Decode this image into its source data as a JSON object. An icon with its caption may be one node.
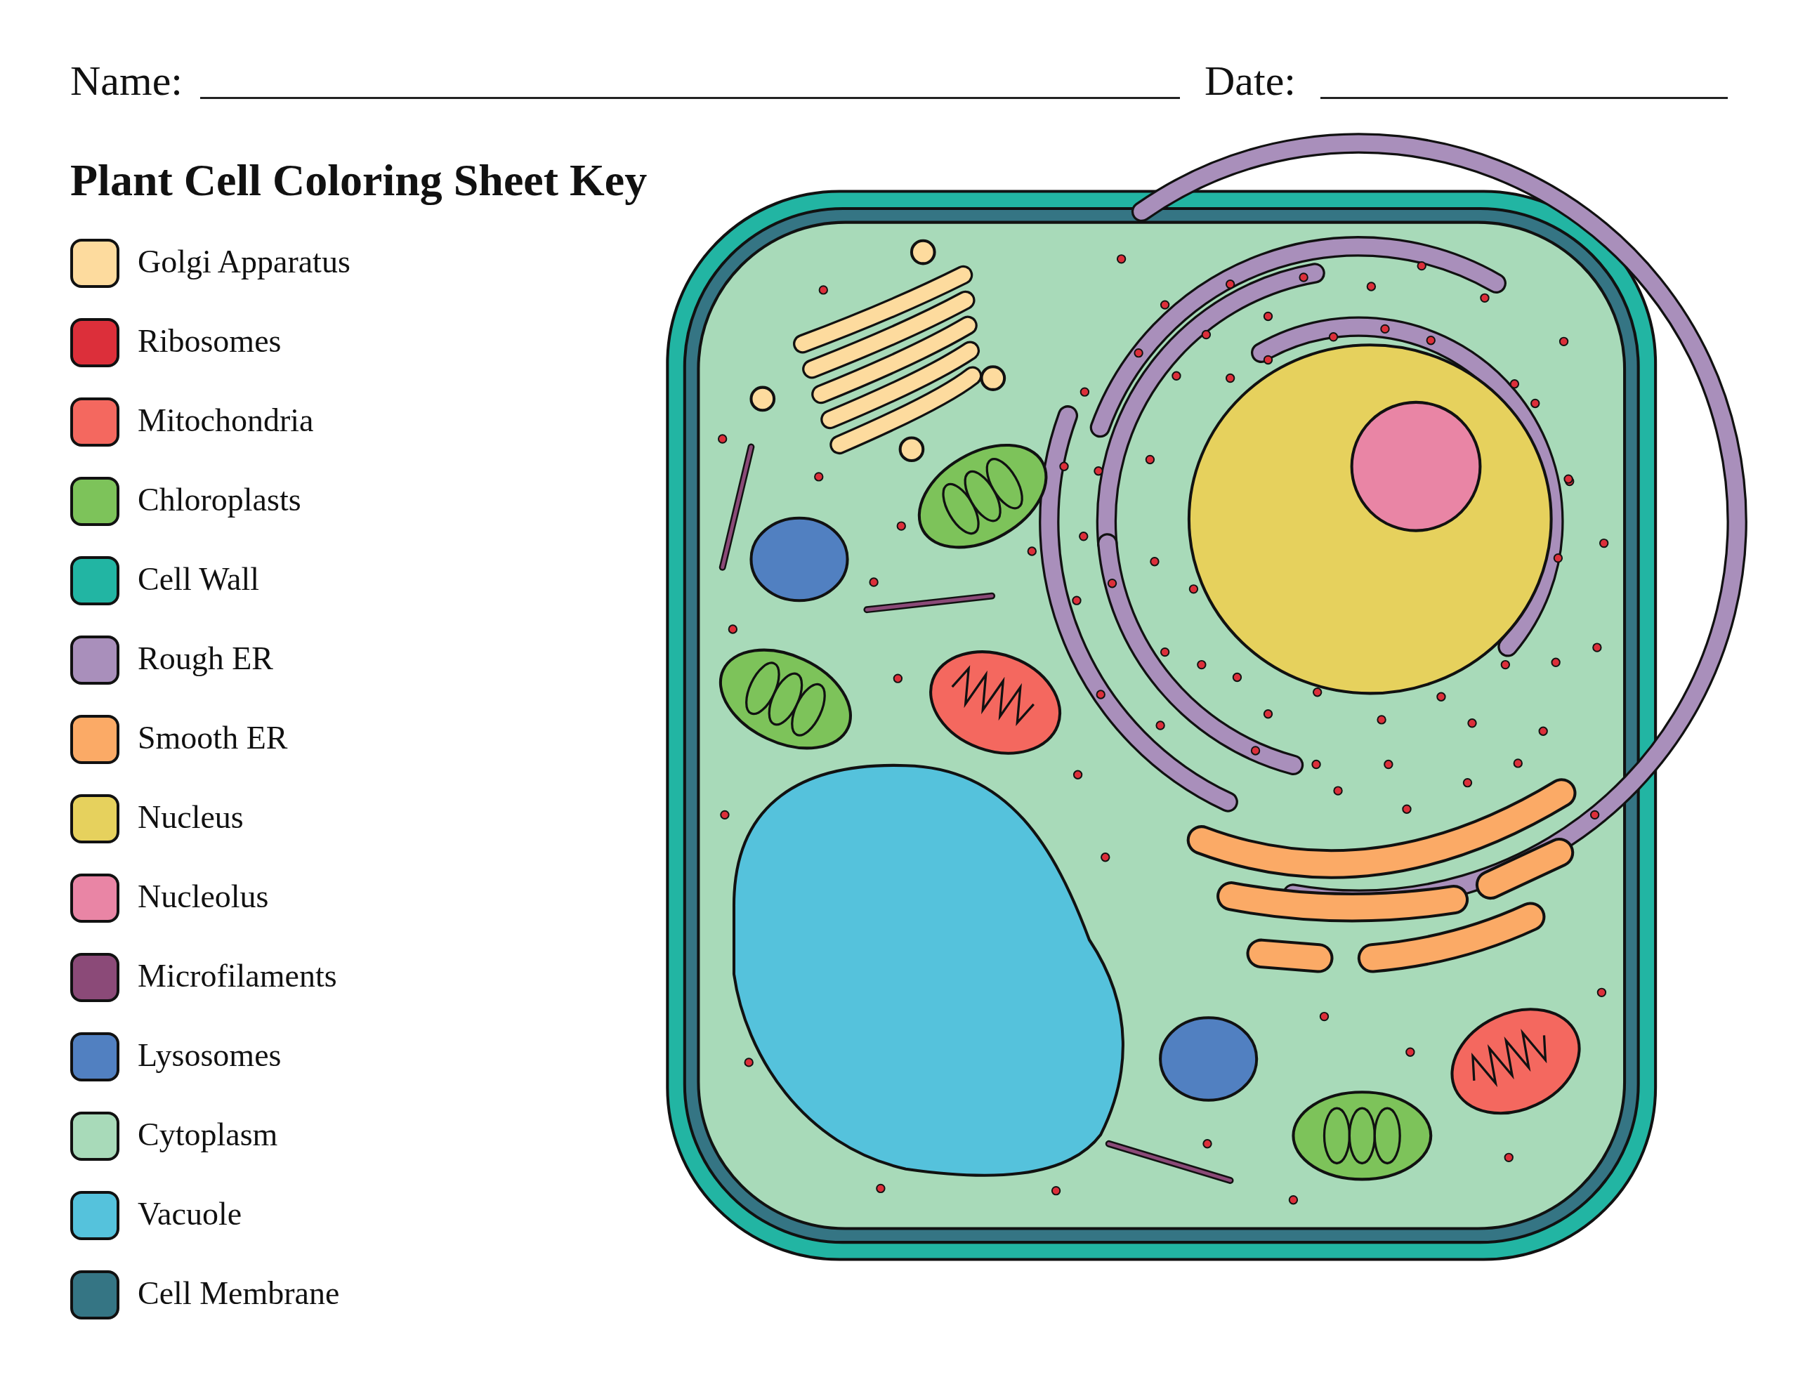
{
  "diagram": {
    "title": "Plant Cell Coloring Sheet Key",
    "labels": [
      "Name:",
      "Date:"
    ],
    "legend": [
      {
        "text": "Golgi Apparatus",
        "color": "#fddb9e"
      },
      {
        "text": "Ribosomes",
        "color": "#dc2f3a"
      },
      {
        "text": "Mitochondria",
        "color": "#f4685f"
      },
      {
        "text": "Chloroplasts",
        "color": "#7dc35a"
      },
      {
        "text": "Cell Wall",
        "color": "#22b5a3"
      },
      {
        "text": "Rough ER",
        "color": "#a98fbb"
      },
      {
        "text": "Smooth ER",
        "color": "#fbaa66"
      },
      {
        "text": "Nucleus",
        "color": "#e6d15d"
      },
      {
        "text": "Nucleolus",
        "color": "#e985a5"
      },
      {
        "text": "Microfilaments",
        "color": "#8b4a78"
      },
      {
        "text": "Lysosomes",
        "color": "#5180c1"
      },
      {
        "text": "Cytoplasm",
        "color": "#a8dab9"
      },
      {
        "text": "Vacuole",
        "color": "#55c2dc"
      },
      {
        "text": "Cell Membrane",
        "color": "#357584"
      }
    ]
  }
}
